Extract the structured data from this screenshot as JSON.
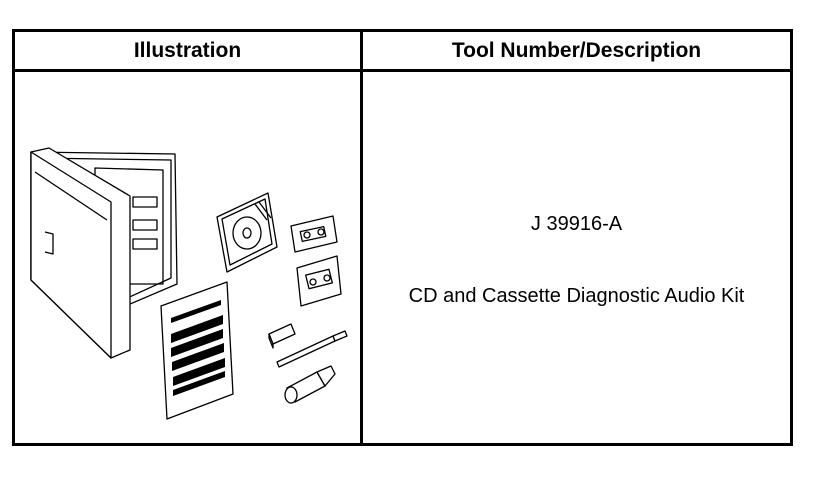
{
  "table": {
    "header_illustration": "Illustration",
    "header_tool": "Tool Number/Description"
  },
  "tool": {
    "number": "J 39916-A",
    "description": "CD and Cassette Diagnostic Audio Kit"
  },
  "illustration": {
    "items": [
      "case-icon",
      "cd-icon",
      "cassette-icon",
      "cassette-icon",
      "document-icon",
      "plug-icon",
      "probe-icon",
      "cleaner-icon"
    ]
  }
}
